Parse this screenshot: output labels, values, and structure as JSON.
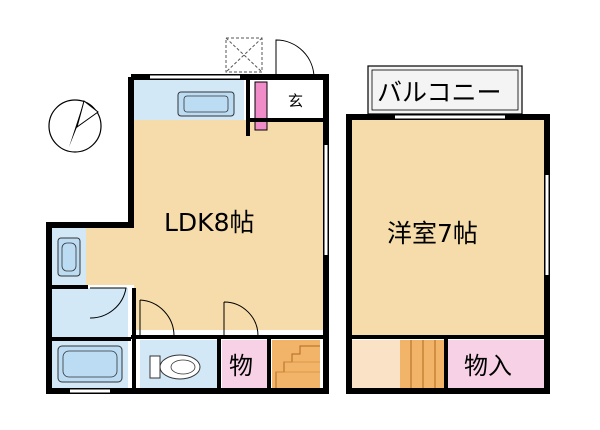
{
  "floor_plan": {
    "rooms": {
      "ldk": "LDK8帖",
      "western": "洋室7帖",
      "storage_small": "物",
      "storage_closet": "物入",
      "entrance": "玄",
      "balcony": "バルコニー"
    },
    "colors": {
      "wall": "#000000",
      "room_floor": "#f5dcaa",
      "water_area": "#d2e8f6",
      "fixture_blue": "#bcdcf4",
      "storage_pink": "#f7d2e6",
      "pink_accent": "#f08cc8",
      "stair_orange": "#f2b468",
      "balcony_fill": "#f4f4f4"
    },
    "icons": [
      "north-arrow-icon",
      "door-swing-icon",
      "toilet-icon",
      "bathtub-icon",
      "sink-icon",
      "kitchen-counter-icon",
      "stairs-icon"
    ]
  }
}
